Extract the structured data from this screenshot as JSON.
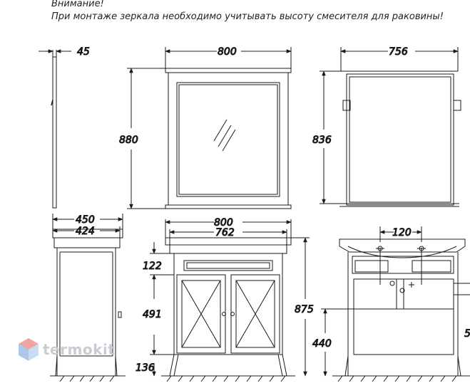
{
  "notes": {
    "heading": "Внимание!",
    "text": "При монтаже зеркала необходимо учитывать высоту смесителя для раковины!"
  },
  "dimensions": {
    "mirror_depth": "45",
    "mirror_width": "800",
    "mirror_height": "880",
    "mirror_back_width": "756",
    "mirror_back_height": "836",
    "cabinet_depth": "450",
    "cabinet_body_depth": "424",
    "cabinet_width": "800",
    "cabinet_body_width": "762",
    "top_drawer_height": "122",
    "doors_height": "491",
    "legs_height": "136",
    "total_height": "875",
    "sink_drain_height": "440",
    "drain_spacing": "120",
    "partial_right": "5"
  },
  "watermark": {
    "brand": "termokit"
  },
  "colors": {
    "line": "#1a1a1a",
    "watermark_red": "#e8867f",
    "watermark_blue": "#8fb6e0",
    "watermark_text": "#c9ccd3"
  }
}
